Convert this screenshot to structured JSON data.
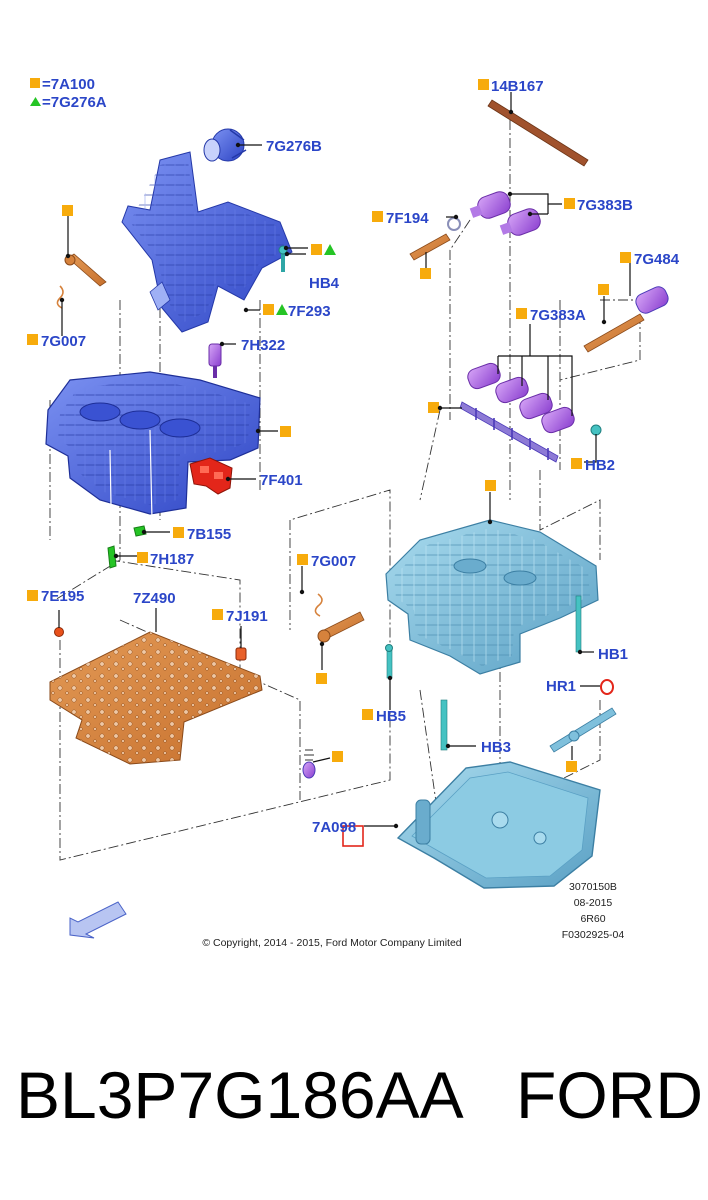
{
  "legend": {
    "square_text": "=7A100",
    "triangle_text": "=7G276A"
  },
  "labels": {
    "l_7G276B": "7G276B",
    "l_HB4": "HB4",
    "l_7F293": "7F293",
    "l_7G007_top": "7G007",
    "l_7H322": "7H322",
    "l_7F401": "7F401",
    "l_7B155": "7B155",
    "l_7H187": "7H187",
    "l_7E195": "7E195",
    "l_7Z490": "7Z490",
    "l_7J191": "7J191",
    "l_7G007_mid": "7G007",
    "l_14B167": "14B167",
    "l_7G383B": "7G383B",
    "l_7F194": "7F194",
    "l_7G484": "7G484",
    "l_7G383A": "7G383A",
    "l_HB2": "HB2",
    "l_HB1": "HB1",
    "l_HR1": "HR1",
    "l_HB5": "HB5",
    "l_HB3": "HB3",
    "l_7A098": "7A098"
  },
  "info": {
    "line1": "3070150B",
    "line2": "08-2015",
    "line3": "6R60",
    "line4": "F0302925-04"
  },
  "copyright": "© Copyright, 2014 - 2015, Ford Motor Company Limited",
  "footer": {
    "part_number": "BL3P7G186AA",
    "brand": "FORD"
  },
  "colors": {
    "label_blue": "#2b46c8",
    "marker_orange": "#f7ab0c",
    "marker_green": "#25c425",
    "upper_body_blue": "#4a63e0",
    "lower_body_teal": "#7fc0dc",
    "gasket_copper": "#d6823c",
    "solenoid_purple": "#9b57d6",
    "highlight_red": "#e3261a"
  }
}
